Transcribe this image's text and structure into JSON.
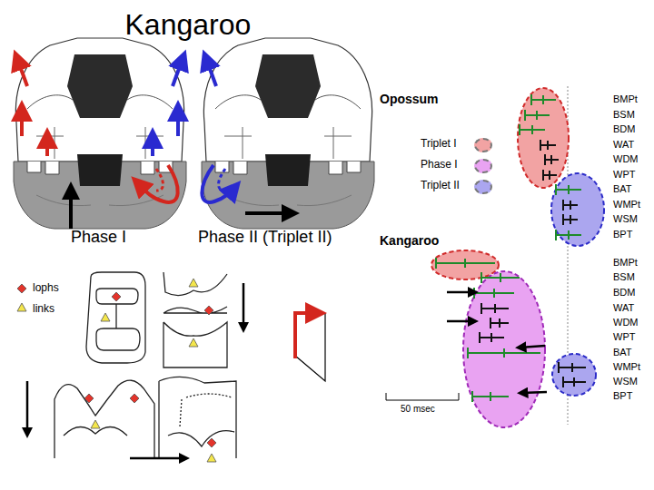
{
  "diagram": {
    "title": "Kangaroo",
    "labels": [
      "Phase I",
      "Phase II (Triplet II)",
      "Opossum",
      "BMPt",
      "BSM",
      "BDM",
      "WAT",
      "WDM",
      "WPT",
      "BAT",
      "WMPt",
      "WSM",
      "BPT",
      "Kangaroo",
      "BMPt",
      "BSM",
      "BDM",
      "WAT",
      "WDM",
      "WPT",
      "BAT",
      "WMPt",
      "WSM",
      "BPT",
      "50 msec"
    ],
    "legend": [
      {
        "text": "lophs"
      },
      {
        "text": "links"
      },
      {
        "text": "Triplet I",
        "color": "#f2a3a3"
      },
      {
        "text": "Phase I",
        "color": "#e9a3f2"
      },
      {
        "text": "Triplet II",
        "color": "#aba6ef"
      }
    ]
  }
}
